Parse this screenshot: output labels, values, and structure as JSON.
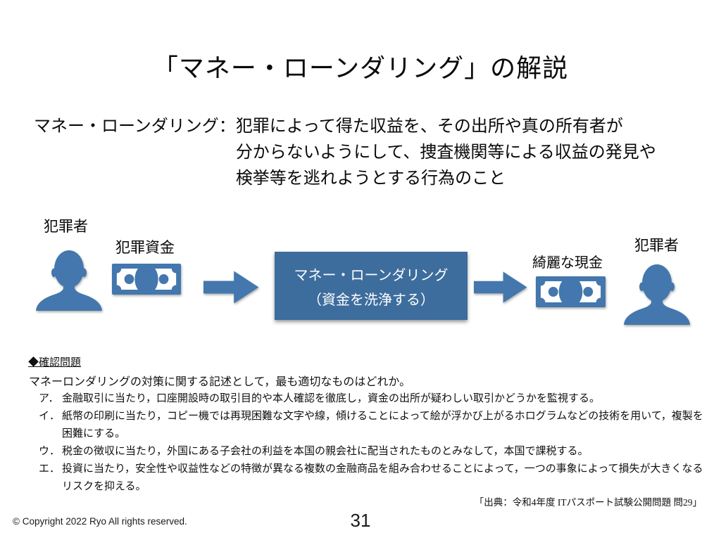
{
  "slide": {
    "title": "「マネー・ローンダリング」の解説",
    "definition": {
      "label": "マネー・ローンダリング：",
      "lines": [
        "犯罪によって得た収益を、その出所や真の所有者が",
        "分からないようにして、捜査機関等による収益の発見や",
        "検挙等を逃れようとする行為のこと"
      ]
    },
    "diagram": {
      "left_person_label": "犯罪者",
      "dirty_money_label": "犯罪資金",
      "box_line1": "マネー・ローンダリング",
      "box_line2": "（資金を洗浄する）",
      "clean_money_label": "綺麗な現金",
      "right_person_label": "犯罪者"
    },
    "colors": {
      "shape_blue": "#4377ad",
      "box_blue": "#3d6d9d"
    },
    "quiz": {
      "header": "◆確認問題",
      "question": "マネーロンダリングの対策に関する記述として，最も適切なものはどれか。",
      "options": [
        {
          "label": "ア．",
          "lines": [
            "金融取引に当たり，口座開設時の取引目的や本人確認を徹底し，資金の出所が疑わしい取引かどうかを監視する。"
          ]
        },
        {
          "label": "イ．",
          "lines": [
            "紙幣の印刷に当たり，コピー機では再現困難な文字や線，傾けることによって絵が浮かび上がるホログラムなどの技術を用いて，複製を",
            "困難にする。"
          ]
        },
        {
          "label": "ウ．",
          "lines": [
            "税金の徴収に当たり，外国にある子会社の利益を本国の親会社に配当されたものとみなして，本国で課税する。"
          ]
        },
        {
          "label": "エ．",
          "lines": [
            "投資に当たり，安全性や収益性などの特徴が異なる複数の金融商品を組み合わせることによって，一つの事象によって損失が大きくなる",
            "リスクを抑える。"
          ]
        }
      ]
    },
    "source": "「出典：令和4年度 ITパスポート試験公開問題 問29」",
    "footer": {
      "copyright": "© Copyright 2022 Ryo All rights reserved.",
      "page_number": "31"
    }
  }
}
